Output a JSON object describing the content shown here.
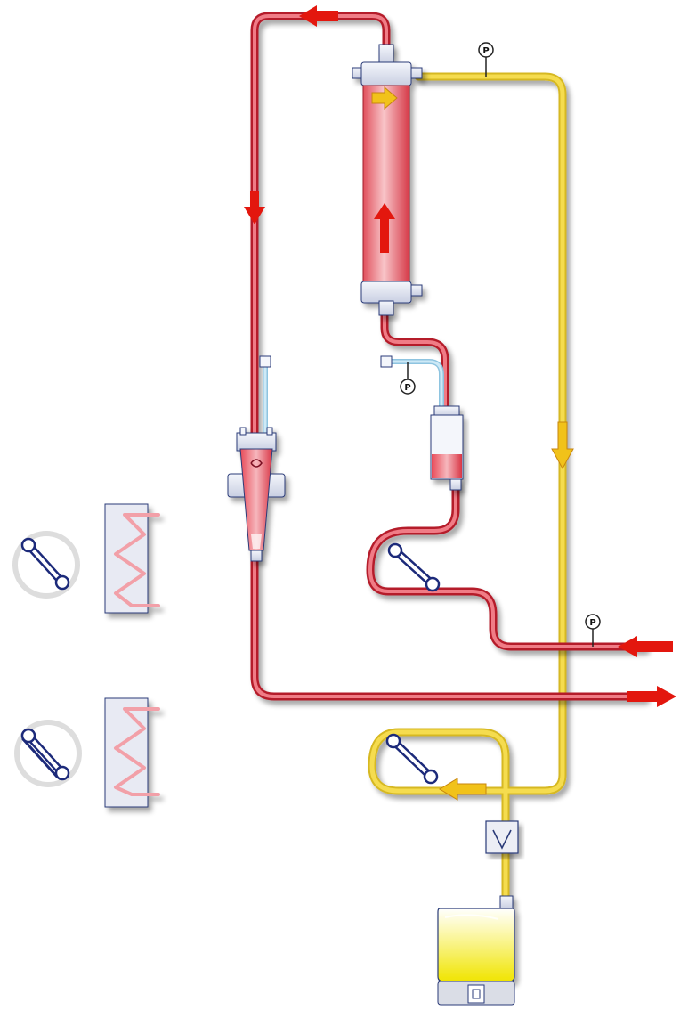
{
  "diagram": {
    "pressure_gauges": [
      {
        "label": "P"
      },
      {
        "label": "P"
      },
      {
        "label": "P"
      }
    ],
    "colors": {
      "blood_line": "#e8394a",
      "blood_line_dark": "#b51d2c",
      "fluid_line": "#f5dc50",
      "fluid_line_dark": "#d6b820",
      "flow_arrow_red": "#e3170e",
      "flow_arrow_yellow": "#f1c21a",
      "pump_rotor": "#1c2a7a",
      "infusion_line": "#aad6ec",
      "device_outline": "#2a3a78"
    },
    "icons": [
      "blood-pump-icon",
      "heater-coil-icon",
      "dialysate-pump-icon",
      "filter-pump-icon",
      "dialyzer-filter-icon",
      "bubble-trap-icon",
      "drip-chamber-icon",
      "check-valve-icon",
      "effluent-bag-icon",
      "scale-icon"
    ]
  }
}
